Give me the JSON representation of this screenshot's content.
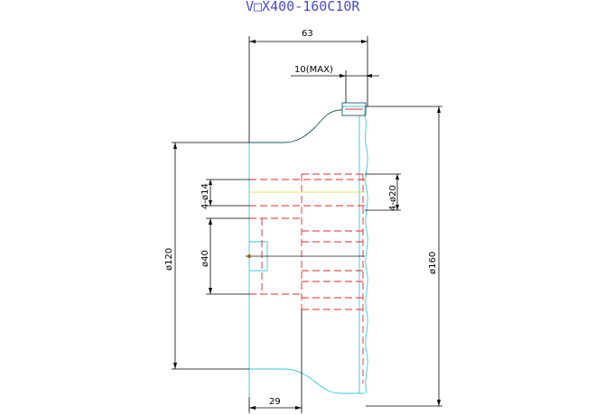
{
  "title": "V□X400-160C10R",
  "dimensions": {
    "overall_length": "63",
    "flange_protrusion": "10(MAX)",
    "hole_pattern_small": "4-ø14",
    "hole_pattern_large": "4-ø20",
    "pilot_diameter": "ø40",
    "hub_diameter": "ø120",
    "flange_diameter": "ø160",
    "hub_length": "29"
  },
  "colors": {
    "title": "#4a4ad8",
    "outline_cyan": "#35c8d8",
    "outline_dark": "#1e5a5e",
    "hidden_red": "#e02828",
    "centerline_yellow": "#e8e060",
    "dimension": "#000000"
  }
}
